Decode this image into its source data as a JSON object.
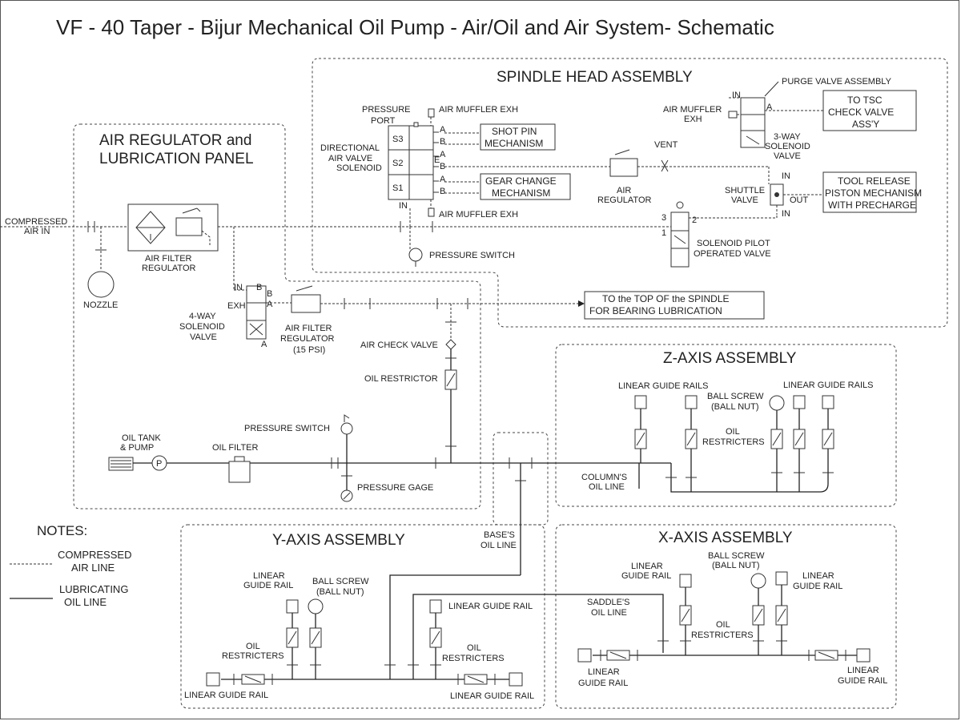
{
  "title": "VF - 40 Taper - Bijur Mechanical Oil Pump - Air/Oil and Air System- Schematic",
  "sections": {
    "spindle": "SPINDLE HEAD ASSEMBLY",
    "air_reg_1": "AIR REGULATOR and",
    "air_reg_2": "LUBRICATION PANEL",
    "z_axis": "Z-AXIS ASSEMBLY",
    "y_axis": "Y-AXIS ASSEMBLY",
    "x_axis": "X-AXIS ASSEMBLY"
  },
  "labels": {
    "compressed_air_in_1": "COMPRESSED",
    "compressed_air_in_2": "AIR IN",
    "nozzle": "NOZZLE",
    "air_filter_reg_1": "AIR FILTER",
    "air_filter_reg_2": "REGULATOR",
    "pressure_port_1": "PRESSURE",
    "pressure_port_2": "PORT",
    "air_muffler_exh_top": "AIR MUFFLER EXH",
    "air_muffler_exh_bottom": "AIR MUFFLER EXH",
    "directional_1": "DIRECTIONAL",
    "directional_2": "AIR VALVE",
    "directional_3": "SOLENOID",
    "s3": "S3",
    "s2": "S2",
    "s1": "S1",
    "port_a1": "A",
    "port_b1": "B",
    "port_a2": "A",
    "port_b2": "B",
    "port_e": "E",
    "port_a3": "A",
    "port_b3": "B",
    "port_in_dir": "IN",
    "shot_pin_1": "SHOT PIN",
    "shot_pin_2": "MECHANISM",
    "gear_change_1": "GEAR CHANGE",
    "gear_change_2": "MECHANISM",
    "air_regulator_1": "AIR",
    "air_regulator_2": "REGULATOR",
    "vent": "VENT",
    "pressure_switch_spindle": "PRESSURE SWITCH",
    "purge_valve": "PURGE VALVE ASSEMBLY",
    "purge_in": "IN",
    "purge_a": "A",
    "air_muffler_1": "AIR MUFFLER",
    "air_muffler_2": "EXH",
    "three_way_1": "3-WAY",
    "three_way_2": "SOLENOID",
    "three_way_3": "VALVE",
    "to_tsc_1": "TO TSC",
    "to_tsc_2": "CHECK VALVE",
    "to_tsc_3": "ASS'Y",
    "shuttle_1": "SHUTTLE",
    "shuttle_2": "VALVE",
    "shuttle_in_top": "IN",
    "shuttle_out": "OUT",
    "shuttle_in_bottom": "IN",
    "tool_release_1": "TOOL RELEASE",
    "tool_release_2": "PISTON MECHANISM",
    "tool_release_3": "WITH PRECHARGE",
    "sol_pilot_1": "SOLENOID PILOT",
    "sol_pilot_2": "OPERATED VALVE",
    "port_3": "3",
    "port_2": "2",
    "port_1": "1",
    "four_way_in": "IN",
    "four_way_b_top": "B",
    "four_way_b": "B",
    "four_way_exh": "EXH",
    "four_way_a": "A",
    "four_way_a_bottom": "A",
    "four_way_1": "4-WAY",
    "four_way_2": "SOLENOID",
    "four_way_3": "VALVE",
    "afr15_1": "AIR FILTER",
    "afr15_2": "REGULATOR",
    "afr15_3": "(15 PSI)",
    "to_top_1": "TO the TOP OF the SPINDLE",
    "to_top_2": "FOR BEARING LUBRICATION",
    "air_check_valve": "AIR CHECK VALVE",
    "oil_restrictor": "OIL RESTRICTOR",
    "pressure_switch_panel": "PRESSURE SWITCH",
    "oil_tank_1": "OIL TANK",
    "oil_tank_2": "& PUMP",
    "pump_p": "P",
    "oil_filter": "OIL FILTER",
    "pressure_gage": "PRESSURE GAGE",
    "z_lgr_left": "LINEAR GUIDE RAILS",
    "z_lgr_right": "LINEAR GUIDE RAILS",
    "z_ballscrew_1": "BALL SCREW",
    "z_ballscrew_2": "(BALL NUT)",
    "z_oil_1": "OIL",
    "z_oil_2": "RESTRICTERS",
    "columns_1": "COLUMN'S",
    "columns_2": "OIL LINE",
    "notes": "NOTES:",
    "note_air_1": "COMPRESSED",
    "note_air_2": "AIR LINE",
    "note_oil_1": "LUBRICATING",
    "note_oil_2": "OIL LINE",
    "bases_1": "BASE'S",
    "bases_2": "OIL LINE",
    "y_lgr_1": "LINEAR",
    "y_lgr_2": "GUIDE RAIL",
    "y_ballscrew_1": "BALL SCREW",
    "y_ballscrew_2": "(BALL NUT)",
    "y_lgr_mid": "LINEAR GUIDE RAIL",
    "y_oil_left_1": "OIL",
    "y_oil_left_2": "RESTRICTERS",
    "y_oil_right_1": "OIL",
    "y_oil_right_2": "RESTRICTERS",
    "y_lgr_bottom_left": "LINEAR GUIDE RAIL",
    "y_lgr_bottom_right": "LINEAR GUIDE RAIL",
    "x_ballscrew_1": "BALL SCREW",
    "x_ballscrew_2": "(BALL NUT)",
    "x_lgr_left_1": "LINEAR",
    "x_lgr_left_2": "GUIDE RAIL",
    "x_lgr_right_1": "LINEAR",
    "x_lgr_right_2": "GUIDE RAIL",
    "saddles_1": "SADDLE'S",
    "saddles_2": "OIL LINE",
    "x_oil_1": "OIL",
    "x_oil_2": "RESTRICTERS",
    "x_lgr_bl_1": "LINEAR",
    "x_lgr_bl_2": "GUIDE RAIL",
    "x_lgr_br_1": "LINEAR",
    "x_lgr_br_2": "GUIDE RAIL"
  }
}
